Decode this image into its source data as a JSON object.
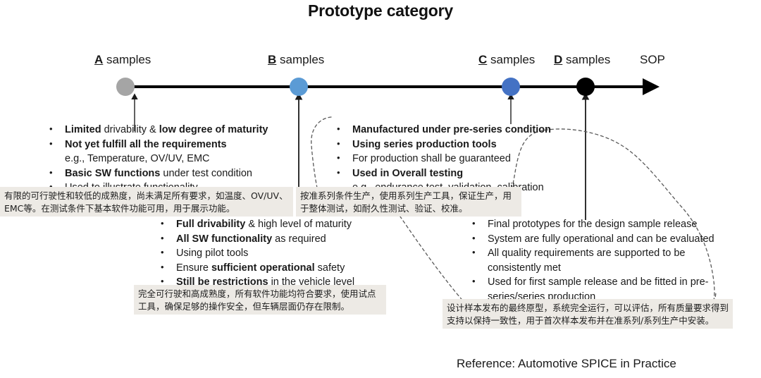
{
  "title": "Prototype category",
  "reference": "Reference: Automotive SPICE in Practice",
  "colors": {
    "a_node": "#a5a5a5",
    "b_node": "#5b9bd5",
    "c_node": "#4472c4",
    "d_node": "#000000",
    "axis": "#000000",
    "cn_background": "#edeae5",
    "callout_stroke": "#595959"
  },
  "timeline": {
    "stages": [
      {
        "key": "A",
        "label": " samples",
        "node_color": "#a5a5a5"
      },
      {
        "key": "B",
        "label": " samples",
        "node_color": "#5b9bd5"
      },
      {
        "key": "C",
        "label": " samples",
        "node_color": "#4472c4"
      },
      {
        "key": "D",
        "label": " samples",
        "node_color": "#000000"
      }
    ],
    "sop_label": "SOP"
  },
  "blocks": {
    "a": {
      "lines": [
        {
          "bulleted": true,
          "parts": [
            {
              "t": "Limited",
              "b": true
            },
            {
              "t": " drivability & ",
              "b": false
            },
            {
              "t": "low degree of maturity",
              "b": true
            }
          ]
        },
        {
          "bulleted": true,
          "parts": [
            {
              "t": "Not yet fulfill all the requirements",
              "b": true
            }
          ]
        },
        {
          "bulleted": false,
          "parts": [
            {
              "t": "e.g., Temperature, OV/UV, EMC",
              "b": false
            }
          ]
        },
        {
          "bulleted": true,
          "parts": [
            {
              "t": "Basic SW functions",
              "b": true
            },
            {
              "t": " under test condition",
              "b": false
            }
          ]
        },
        {
          "bulleted": true,
          "parts": [
            {
              "t": "Used to illustrate functionality",
              "b": false
            }
          ]
        }
      ],
      "cn": "有限的可行驶性和较低的成熟度，尚未满足所有要求，如温度、OV/UV、EMC等。在测试条件下基本软件功能可用，用于展示功能。"
    },
    "b": {
      "lines": [
        {
          "bulleted": true,
          "parts": [
            {
              "t": "Full drivability",
              "b": true
            },
            {
              "t": " & high level of maturity",
              "b": false
            }
          ]
        },
        {
          "bulleted": true,
          "parts": [
            {
              "t": "All SW functionality",
              "b": true
            },
            {
              "t": " as required",
              "b": false
            }
          ]
        },
        {
          "bulleted": true,
          "parts": [
            {
              "t": "Using pilot tools",
              "b": false
            }
          ]
        },
        {
          "bulleted": true,
          "parts": [
            {
              "t": "Ensure ",
              "b": false
            },
            {
              "t": "sufficient operational",
              "b": true
            },
            {
              "t": " safety",
              "b": false
            }
          ]
        },
        {
          "bulleted": true,
          "parts": [
            {
              "t": "Still be restrictions",
              "b": true
            },
            {
              "t": " in the vehicle level",
              "b": false
            }
          ]
        }
      ],
      "cn": "完全可行驶和高成熟度，所有软件功能均符合要求，使用试点工具，确保足够的操作安全，但车辆层面仍存在限制。"
    },
    "c": {
      "lines": [
        {
          "bulleted": true,
          "parts": [
            {
              "t": "Manufactured under pre-series condition",
              "b": true
            }
          ]
        },
        {
          "bulleted": true,
          "parts": [
            {
              "t": "Using series production tools",
              "b": true
            }
          ]
        },
        {
          "bulleted": true,
          "parts": [
            {
              "t": "For production shall be guaranteed",
              "b": false
            }
          ]
        },
        {
          "bulleted": true,
          "parts": [
            {
              "t": "Used in Overall testing",
              "b": true
            }
          ]
        },
        {
          "bulleted": false,
          "parts": [
            {
              "t": "e.g., endurance test, validation, calibration",
              "b": false
            }
          ]
        }
      ],
      "cn": "按准系列条件生产，使用系列生产工具，保证生产，用于整体测试，如耐久性测试、验证、校准。"
    },
    "d": {
      "lines": [
        {
          "bulleted": true,
          "wrap": false,
          "parts": [
            {
              "t": "Final prototypes for the design sample release",
              "b": false
            }
          ]
        },
        {
          "bulleted": true,
          "wrap": false,
          "parts": [
            {
              "t": "System are fully operational and can be evaluated",
              "b": false
            }
          ]
        },
        {
          "bulleted": true,
          "wrap": true,
          "parts": [
            {
              "t": "All quality requirements are supported to be consistently met",
              "b": false
            }
          ]
        },
        {
          "bulleted": true,
          "wrap": true,
          "parts": [
            {
              "t": "Used for first sample release and be fitted in pre-series/series production",
              "b": false
            }
          ]
        }
      ],
      "cn": "设计样本发布的最终原型，系统完全运行，可以评估，所有质量要求得到支持以保持一致性，用于首次样本发布并在准系列/系列生产中安装。"
    }
  }
}
